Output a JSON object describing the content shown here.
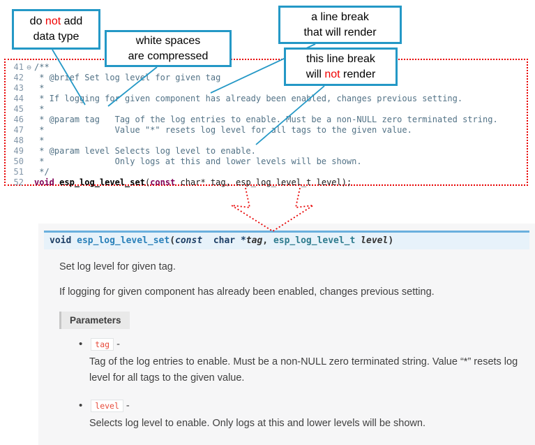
{
  "callouts": {
    "c1": {
      "p1": "do ",
      "em": "not",
      "p2": " add",
      "line2": "data type"
    },
    "c2": {
      "line1": "white spaces",
      "line2": "are compressed"
    },
    "c3": {
      "line1": "a line break",
      "line2": "that will render"
    },
    "c4": {
      "line1": "this line break",
      "p1": "will ",
      "em": "not",
      "p2": " render"
    }
  },
  "code": {
    "lines": [
      {
        "num": "41",
        "fold": "⊖",
        "text": "/**"
      },
      {
        "num": "42",
        "fold": "",
        "text": " * @brief Set log level for given tag"
      },
      {
        "num": "43",
        "fold": "",
        "text": " *"
      },
      {
        "num": "44",
        "fold": "",
        "text": " * If logging for given component has already been enabled, changes previous setting."
      },
      {
        "num": "45",
        "fold": "",
        "text": " *"
      },
      {
        "num": "46",
        "fold": "",
        "text": " * @param tag   Tag of the log entries to enable. Must be a non-NULL zero terminated string."
      },
      {
        "num": "47",
        "fold": "",
        "text": " *              Value \"*\" resets log level for all tags to the given value."
      },
      {
        "num": "48",
        "fold": "",
        "text": " *"
      },
      {
        "num": "49",
        "fold": "",
        "text": " * @param level Selects log level to enable."
      },
      {
        "num": "50",
        "fold": "",
        "text": " *              Only logs at this and lower levels will be shown."
      },
      {
        "num": "51",
        "fold": "",
        "text": " */"
      }
    ],
    "line52": {
      "num": "52",
      "kw1": "void",
      "sp1": " ",
      "fn": "esp_log_level_set",
      "open": "(",
      "kw2": "const",
      "rest": " char* tag, esp_log_level_t level);"
    }
  },
  "doc": {
    "signature": {
      "kw_void": "void ",
      "name": "esp_log_level_set",
      "open": "(",
      "kw_const": "const ",
      "type1": " char *",
      "arg1": "tag",
      "comma": ", ",
      "type2": "esp_log_level_t ",
      "arg2": "level",
      "close": ")"
    },
    "p1": "Set log level for given tag.",
    "p2": "If logging for given component has already been enabled, changes previous setting.",
    "params_label": "Parameters",
    "items": [
      {
        "bullet": "•",
        "name": "tag",
        "sep": " -",
        "desc": "Tag of the log entries to enable. Must be a non-NULL zero terminated string. Value “*” resets log level for all tags to the given value."
      },
      {
        "bullet": "•",
        "name": "level",
        "sep": " -",
        "desc": "Selects log level to enable. Only logs at this and lower levels will be shown."
      }
    ]
  },
  "colors": {
    "callout_border": "#2498c6",
    "dotted_red": "#e80000",
    "comment_text": "#527286",
    "keyword": "#7f0055",
    "sig_bg": "#e7f2fa",
    "sig_border": "#6ab0de",
    "code_literal": "#e74c3c",
    "panel_bg": "#f6f6f7"
  }
}
